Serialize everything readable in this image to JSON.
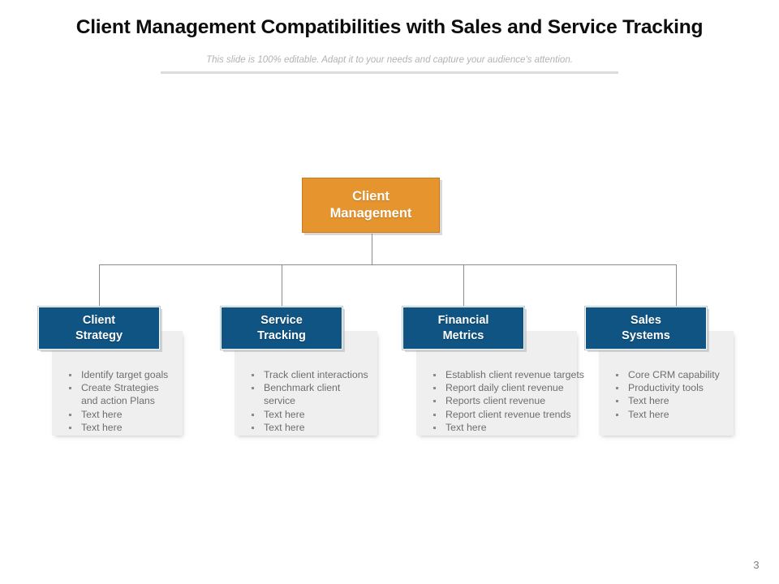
{
  "slide": {
    "title": "Client Management Compatibilities with Sales and Service  Tracking",
    "subtitle": "This slide is 100% editable. Adapt it to your needs and capture your audience's attention.",
    "page_number": "3",
    "colors": {
      "root_fill": "#e5942e",
      "root_border": "#c9781c",
      "branch_fill": "#0f5482",
      "panel_fill": "#efeff0",
      "connector": "#8c8c8c",
      "title_text": "#0d0d0d",
      "subtitle_text": "#b3b3b3",
      "bullet_text": "#6e6e6e"
    }
  },
  "diagram": {
    "type": "org-chart",
    "root": {
      "label": "Client\nManagement",
      "line1": "Client",
      "line2": "Management"
    },
    "branches": [
      {
        "line1": "Client",
        "line2": "Strategy",
        "bullets": [
          "Identify target goals",
          "Create Strategies and action Plans",
          "Text here",
          "Text here"
        ]
      },
      {
        "line1": "Service",
        "line2": "Tracking",
        "bullets": [
          "Track client interactions",
          "Benchmark client service",
          "Text here",
          "Text here"
        ]
      },
      {
        "line1": "Financial",
        "line2": "Metrics",
        "bullets": [
          "Establish client revenue  targets",
          "Report  daily client revenue",
          "Reports  client revenue",
          "Report  client revenue  trends",
          "Text here"
        ]
      },
      {
        "line1": "Sales",
        "line2": "Systems",
        "bullets": [
          "Core CRM  capability",
          "Productivity tools",
          "Text here",
          "Text here"
        ]
      }
    ]
  }
}
